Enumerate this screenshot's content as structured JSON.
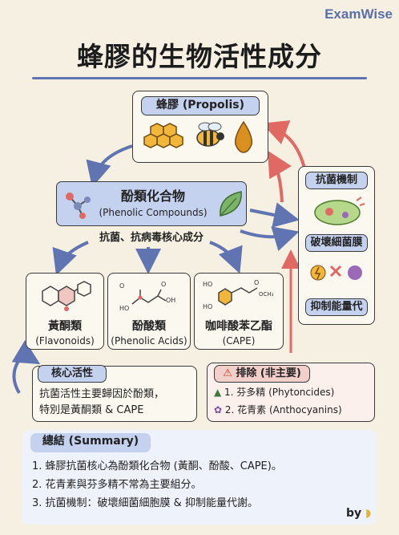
{
  "brand": "ExamWise",
  "title": "蜂膠的生物活性成分",
  "propolis": {
    "label": "蜂膠 (Propolis)"
  },
  "phenolic": {
    "title": "酚類化合物",
    "subtitle": "(Phenolic Compounds)",
    "caption": "抗菌、抗病毒核心成分"
  },
  "subclasses": [
    {
      "name": "黃酮類",
      "en": "(Flavonoids)"
    },
    {
      "name": "酚酸類",
      "en": "(Phenolic Acids)"
    },
    {
      "name": "咖啡酸苯乙酯",
      "en": "(CAPE)"
    }
  ],
  "mechanism": {
    "title": "抗菌機制",
    "item1": "破壞細菌膜",
    "item2": "抑制能量代"
  },
  "core": {
    "title": "核心活性",
    "line1": "抗菌活性主要歸因於酚類，",
    "line2": "特別是黃酮類 & CAPE"
  },
  "exclude": {
    "title": "排除 (非主要)",
    "item1": "1. 芬多精 (Phytoncides)",
    "item2": "2. 花青素 (Anthocyanins)"
  },
  "summary": {
    "title": "總結 (Summary)",
    "lines": [
      "1. 蜂膠抗菌核心為酚類化合物 (黃酮、酚酸、CAPE)。",
      "2. 花青素與芬多精不常為主要組分。",
      "3. 抗菌機制：破壞細菌細胞膜 & 抑制能量代謝。"
    ]
  },
  "signature": "by",
  "colors": {
    "blue": "#5f74b0",
    "red": "#e06a63",
    "pillBlue": "#c5d2ef",
    "warn": "#f3cfcb"
  }
}
